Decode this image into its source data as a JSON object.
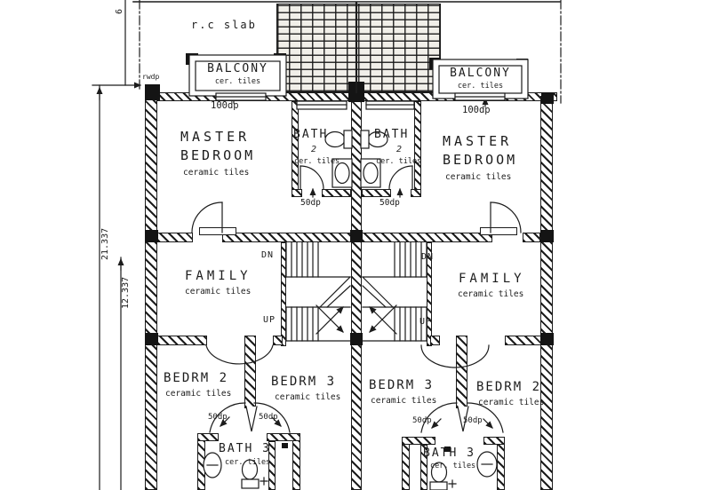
{
  "colors": {
    "ink": "#1c1c1c",
    "paper": "#ffffff"
  },
  "notes": {
    "rc_slab": "r.c slab",
    "rwdp": "rwdp"
  },
  "dimensions": {
    "overall": "21.337",
    "partial": "12.337",
    "top_partial": "6",
    "window": "100dp",
    "door": "50dp"
  },
  "rooms": {
    "balcony": {
      "label": "BALCONY",
      "finish": "cer. tiles"
    },
    "master_bedroom": {
      "line1": "MASTER",
      "line2": "BEDROOM",
      "finish": "ceramic tiles"
    },
    "bath2": {
      "label": "BATH",
      "number": "2",
      "finish": "cer. tiles"
    },
    "family": {
      "label": "FAMILY",
      "finish": "ceramic tiles"
    },
    "bedroom2": {
      "label": "BEDRM 2",
      "finish": "ceramic tiles"
    },
    "bedroom3": {
      "label": "BEDRM 3",
      "finish": "ceramic tiles"
    },
    "bath3": {
      "label": "BATH 3",
      "finish": "cer. tiles"
    }
  },
  "stairs": {
    "down": "DN",
    "up": "UP"
  }
}
